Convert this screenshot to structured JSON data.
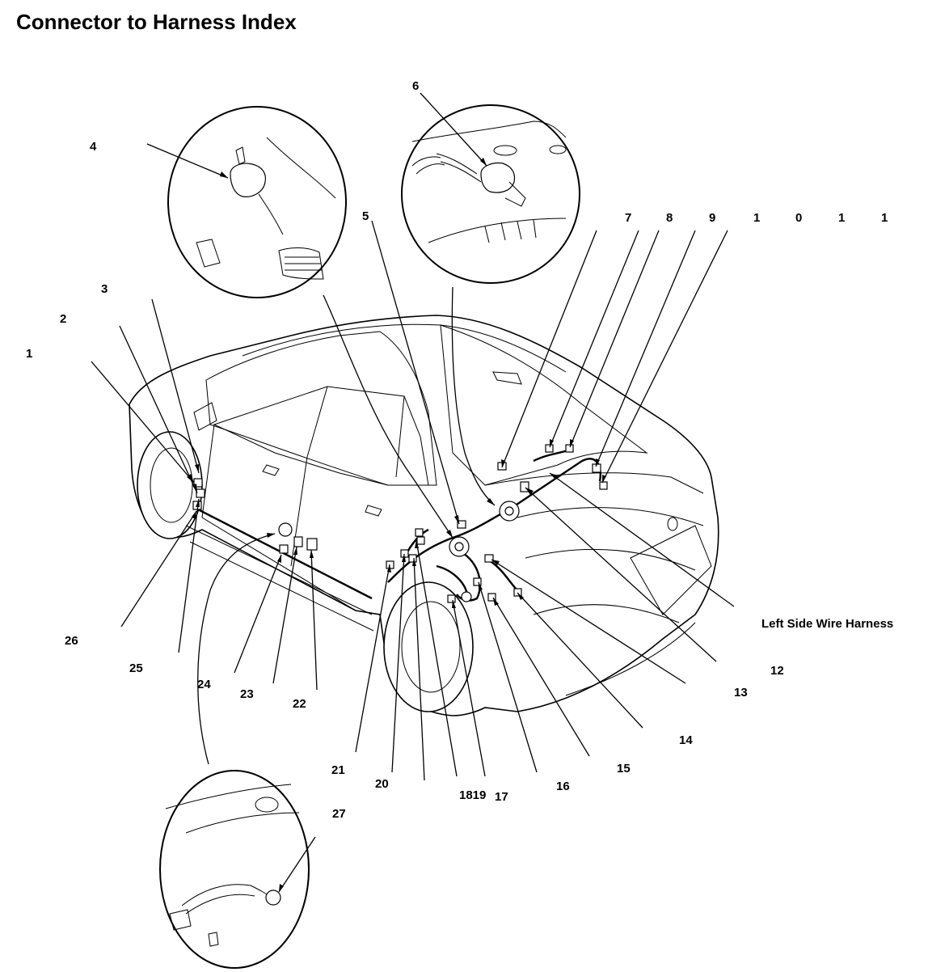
{
  "page_title": "Connector to Harness Index",
  "harness_label": "Left Side Wire Harness",
  "colors": {
    "ink": "#000000",
    "paper": "#ffffff"
  },
  "callouts": {
    "c1": "1",
    "c2": "2",
    "c3": "3",
    "c4": "4",
    "c5": "5",
    "c6": "6",
    "c7": "7",
    "c8": "8",
    "c9": "9",
    "c10a": "1",
    "c10b": "0",
    "c11a": "1",
    "c11b": "1",
    "c12": "12",
    "c13": "13",
    "c14": "14",
    "c15": "15",
    "c16": "16",
    "c17": "17",
    "c1819": "1819",
    "c20": "20",
    "c21": "21",
    "c22": "22",
    "c23": "23",
    "c24": "24",
    "c25": "25",
    "c26": "26",
    "c27": "27"
  }
}
